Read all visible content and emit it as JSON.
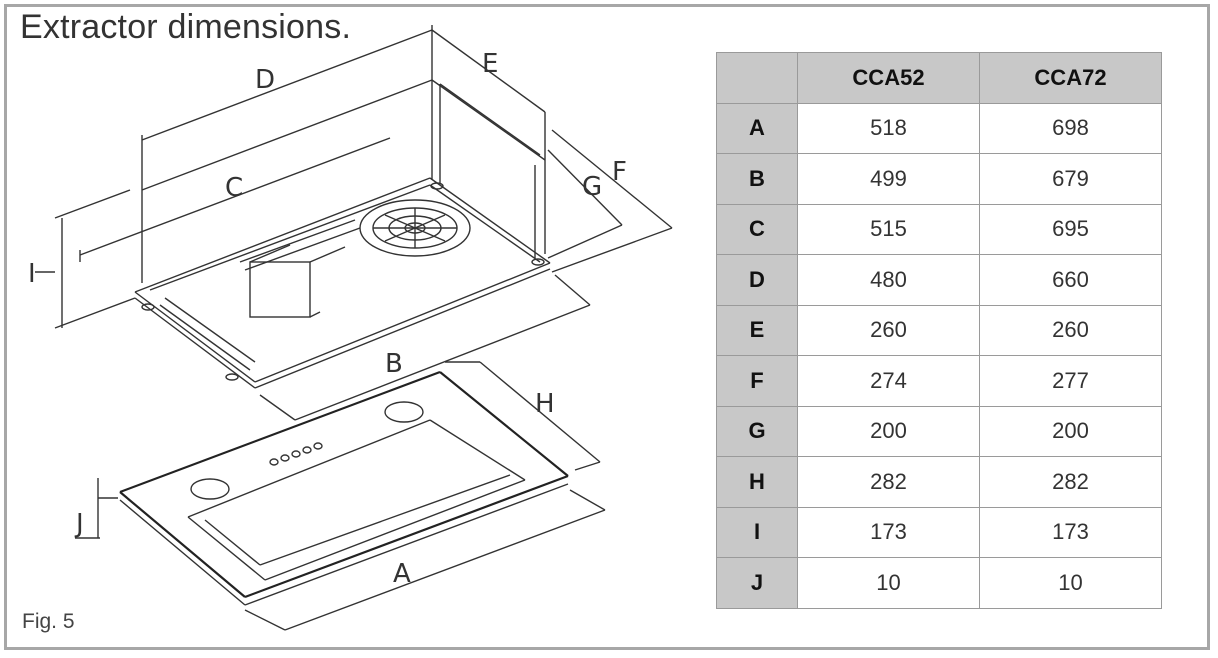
{
  "title": "Extractor dimensions.",
  "figure_label": "Fig. 5",
  "diagram": {
    "labels": [
      "D",
      "E",
      "C",
      "F",
      "G",
      "I",
      "B",
      "H",
      "J",
      "A"
    ]
  },
  "table": {
    "columns": [
      "CCA52",
      "CCA72"
    ],
    "rows": [
      {
        "label": "A",
        "values": [
          "518",
          "698"
        ]
      },
      {
        "label": "B",
        "values": [
          "499",
          "679"
        ]
      },
      {
        "label": "C",
        "values": [
          "515",
          "695"
        ]
      },
      {
        "label": "D",
        "values": [
          "480",
          "660"
        ]
      },
      {
        "label": "E",
        "values": [
          "260",
          "260"
        ]
      },
      {
        "label": "F",
        "values": [
          "274",
          "277"
        ]
      },
      {
        "label": "G",
        "values": [
          "200",
          "200"
        ]
      },
      {
        "label": "H",
        "values": [
          "282",
          "282"
        ]
      },
      {
        "label": "I",
        "values": [
          "173",
          "173"
        ]
      },
      {
        "label": "J",
        "values": [
          "10",
          "10"
        ]
      }
    ]
  }
}
